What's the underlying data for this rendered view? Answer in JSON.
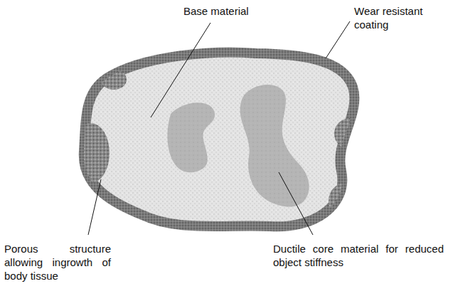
{
  "diagram": {
    "labels": [
      "Base material",
      "Wear resistant coating",
      "Porous structure allowing ingrowth of body tissue",
      "Ductile core material for reduced object stiffness"
    ]
  }
}
